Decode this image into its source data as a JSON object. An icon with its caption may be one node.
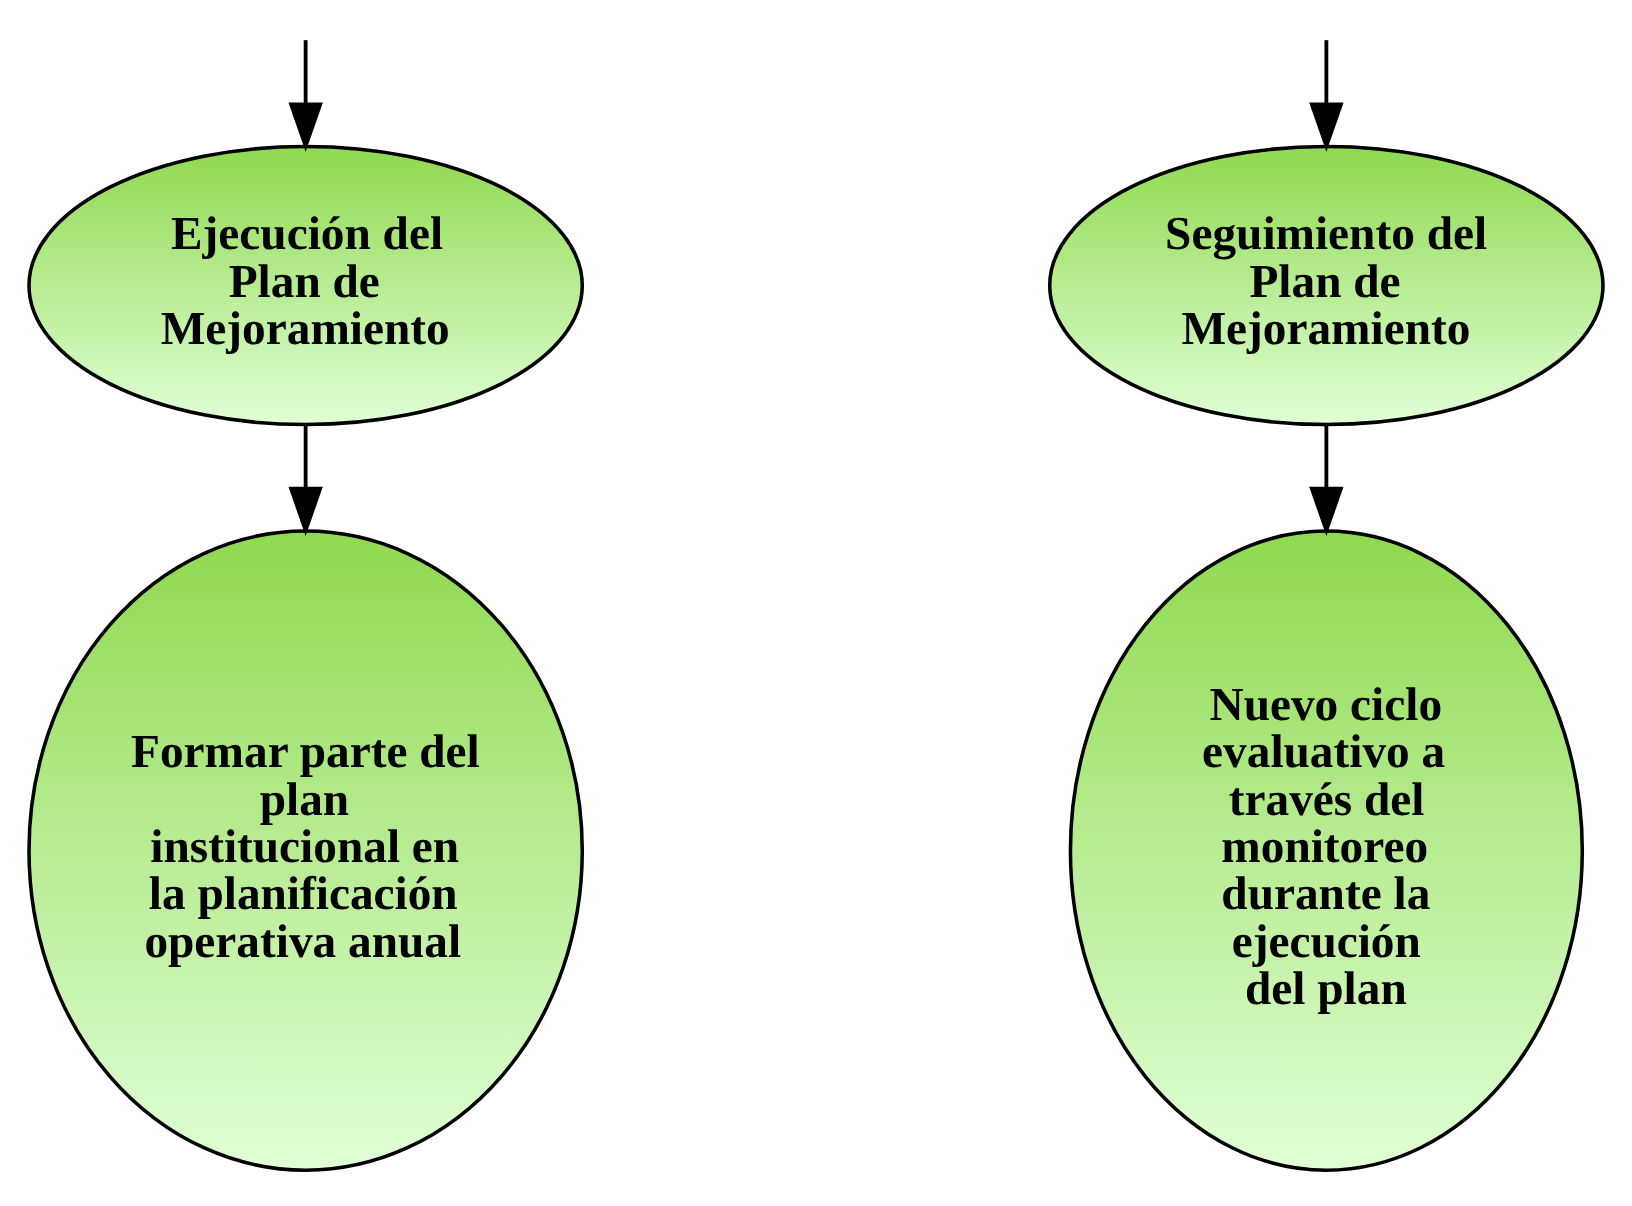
{
  "diagram": {
    "nodes": [
      {
        "text": [
          "Ejecución del Plan de Mejoramiento"
        ]
      },
      {
        "text": [
          "Seguimiento del Plan de Mejoramiento"
        ]
      },
      {
        "text": [
          "Formar parte del plan institucional en la planificación operativa anual"
        ]
      },
      {
        "text": [
          "Nuevo ciclo evaluativo a través del monitoreo durante la ejecución del plan"
        ]
      }
    ],
    "edges": [
      {
        "from": null,
        "to": 0,
        "arrow": "to"
      },
      {
        "from": null,
        "to": 1,
        "arrow": "to"
      },
      {
        "from": 0,
        "to": 2,
        "arrow": "to"
      },
      {
        "from": 1,
        "to": 3,
        "arrow": "to"
      }
    ]
  }
}
